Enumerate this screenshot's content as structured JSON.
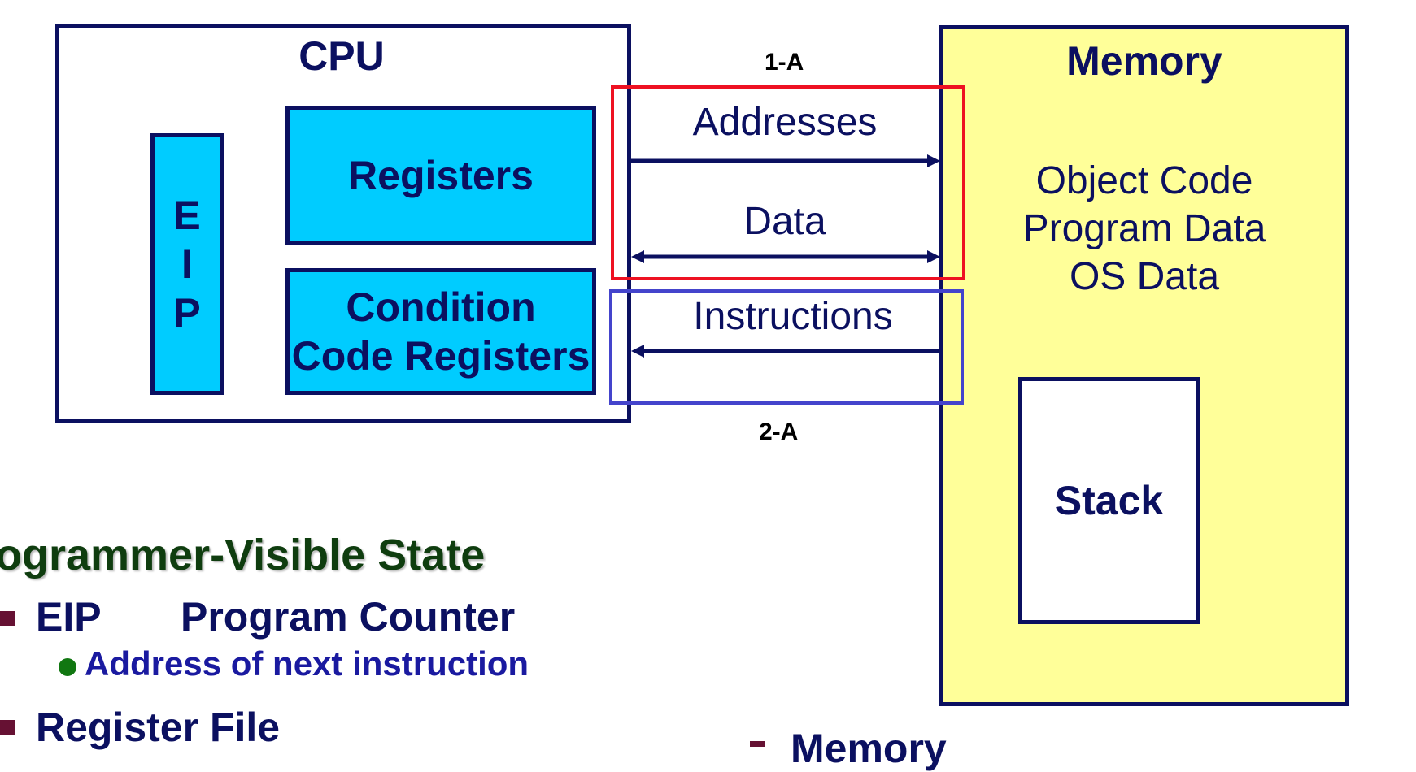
{
  "cpu": {
    "title": "CPU",
    "eip_letters": [
      "E",
      "I",
      "P"
    ],
    "registers": "Registers",
    "condition_codes": [
      "Condition",
      "Code Registers"
    ]
  },
  "memory": {
    "title": "Memory",
    "contents": [
      "Object Code",
      "Program Data",
      "OS Data"
    ],
    "stack": "Stack"
  },
  "buses": {
    "addresses": "Addresses",
    "data": "Data",
    "instructions": "Instructions",
    "tag_top": "1-A",
    "tag_bottom": "2-A"
  },
  "notes": {
    "heading": "ogrammer-Visible State",
    "eip_label": "EIP",
    "eip_desc": "Program Counter",
    "eip_sub": "Address of next instruction",
    "register_file": "Register File",
    "memory_partial": "Memory"
  },
  "colors": {
    "navy": "#0b1060",
    "cyan": "#00ccff",
    "memory_yellow": "#ffff99",
    "highlight_red": "#ee1122",
    "highlight_blue": "#4444cc",
    "heading_green": "#0f3d0f"
  }
}
